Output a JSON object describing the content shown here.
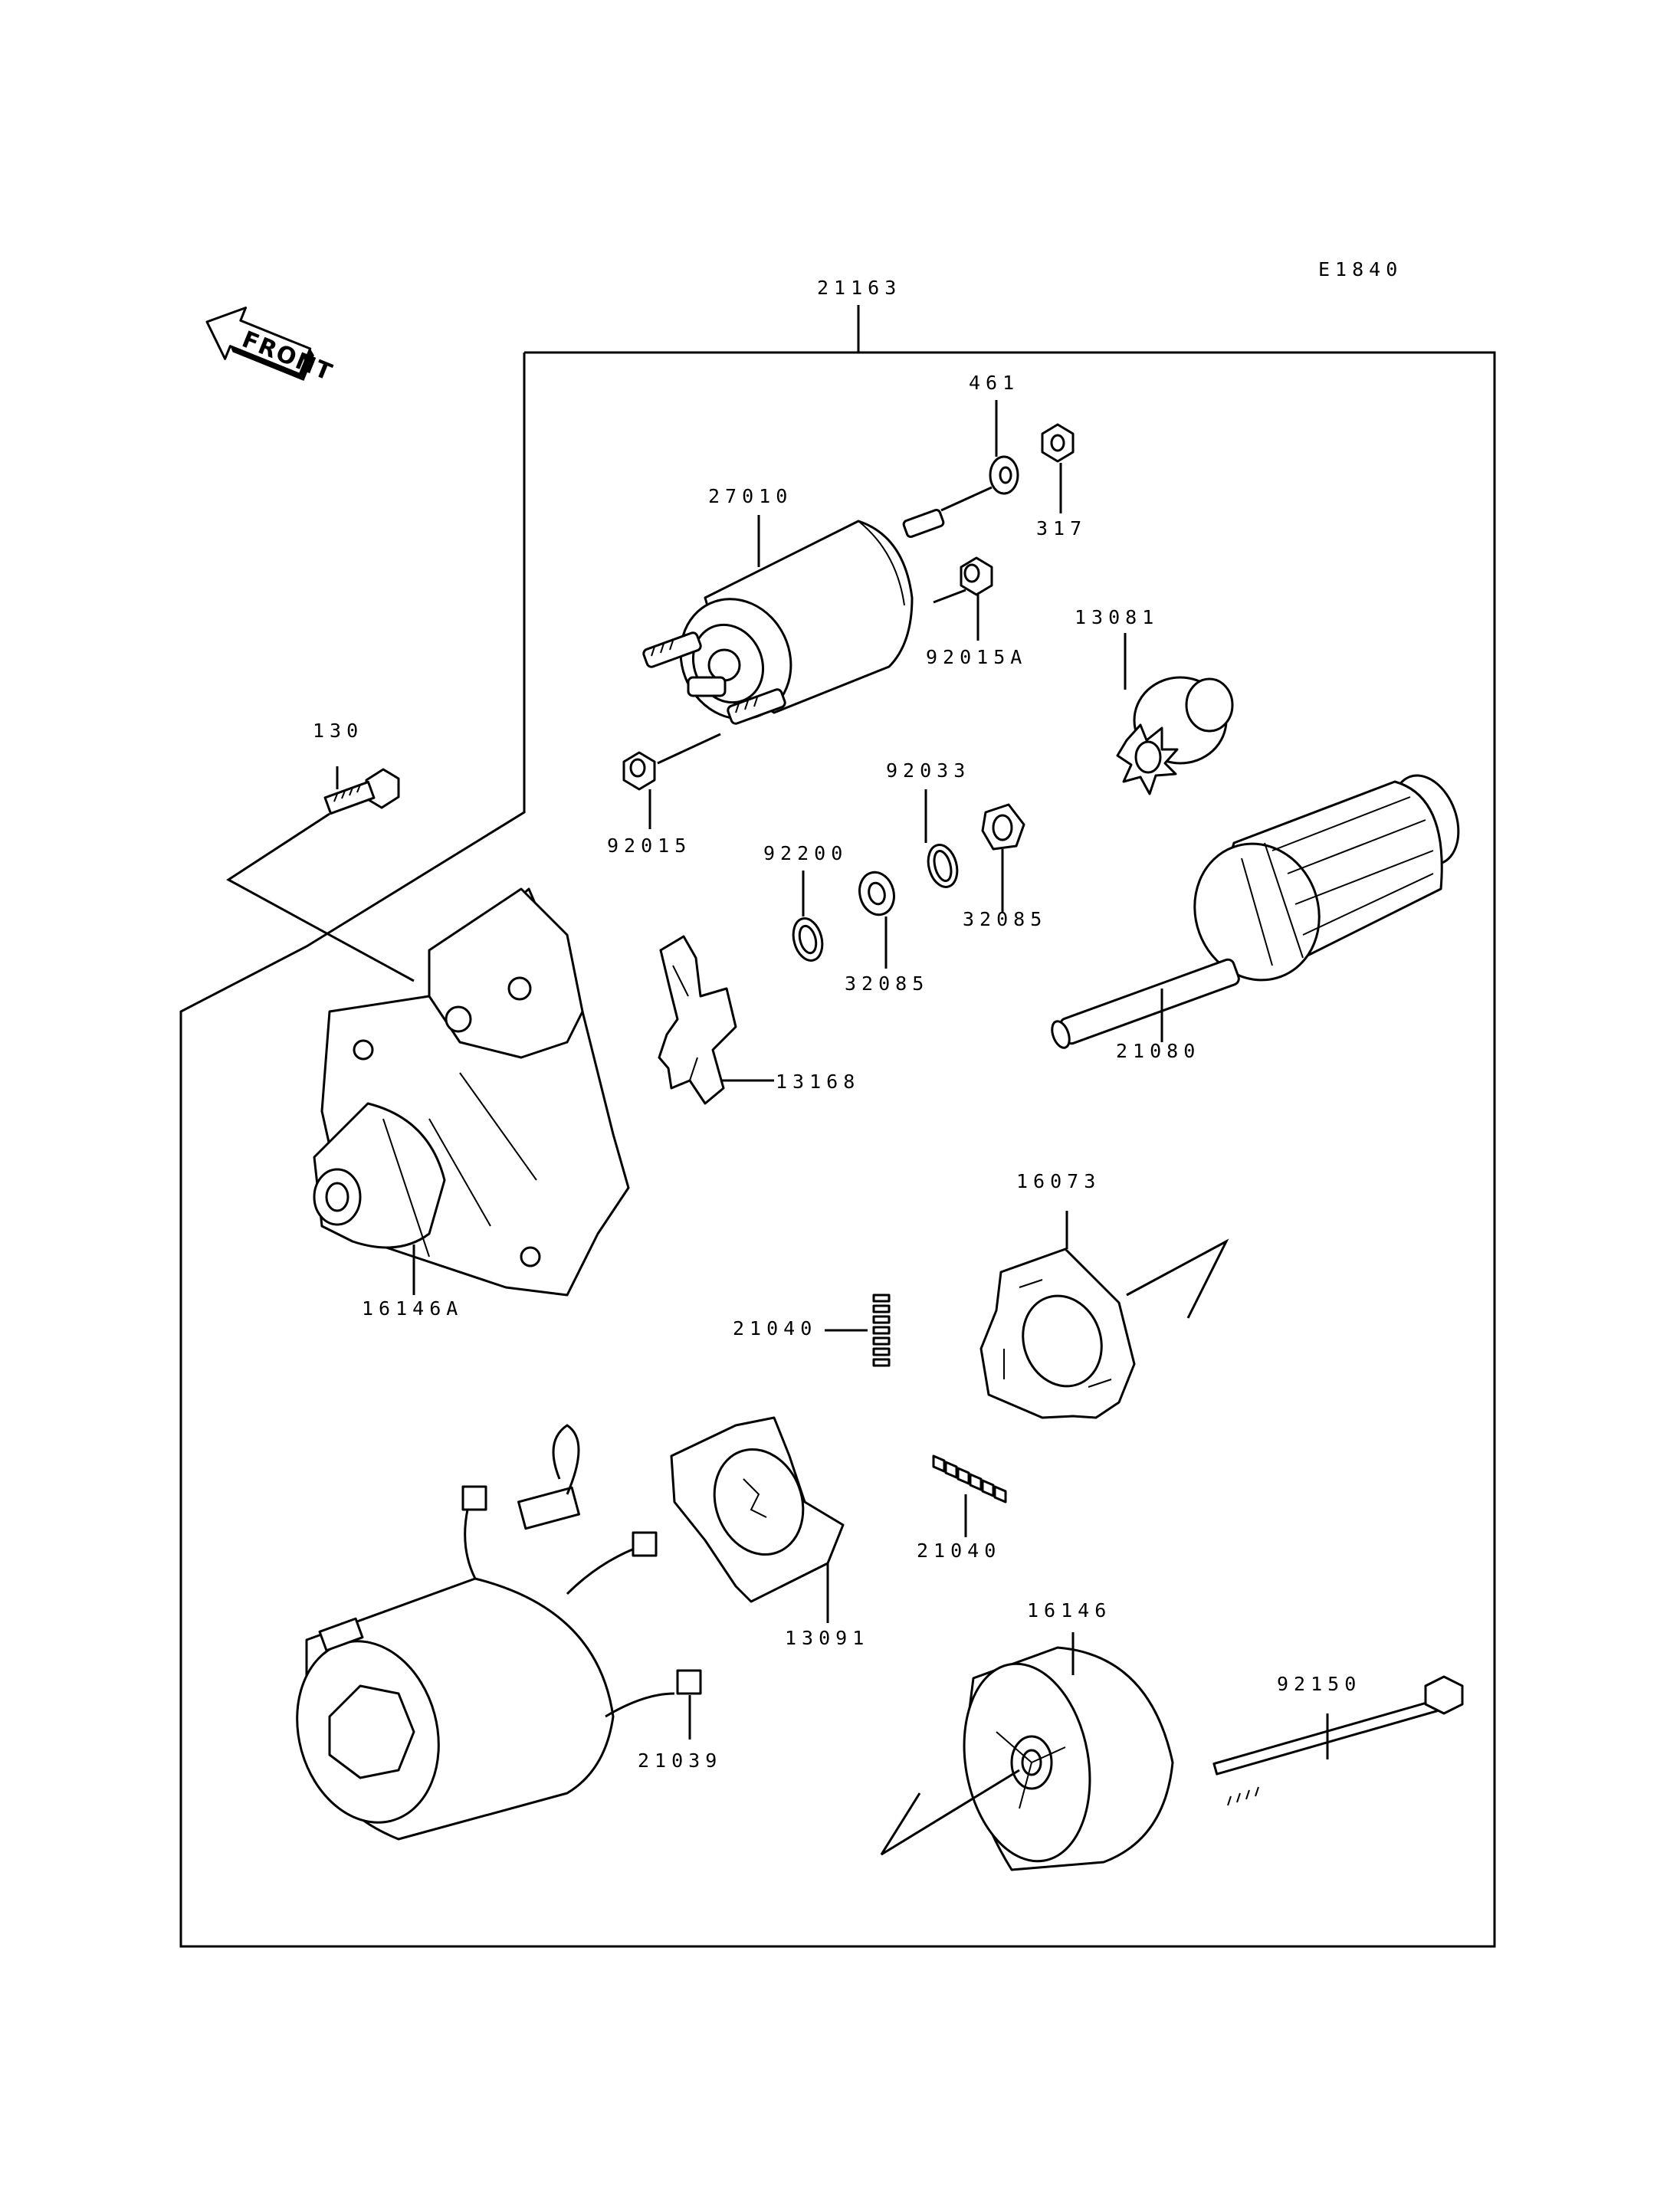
{
  "diagram": {
    "code": "E1840",
    "front_label": "FRONT",
    "parts": {
      "p21163": "21163",
      "p461": "461",
      "p317": "317",
      "p27010": "27010",
      "p92015A": "92015A",
      "p13081": "13081",
      "p130": "130",
      "p92015": "92015",
      "p92033": "92033",
      "p92200": "92200",
      "p32085a": "32085",
      "p32085b": "32085",
      "p13168": "13168",
      "p21080": "21080",
      "p16073": "16073",
      "p16146A": "16146A",
      "p21040a": "21040",
      "p21040b": "21040",
      "p13091": "13091",
      "p16146": "16146",
      "p92150": "92150",
      "p21039": "21039"
    }
  }
}
